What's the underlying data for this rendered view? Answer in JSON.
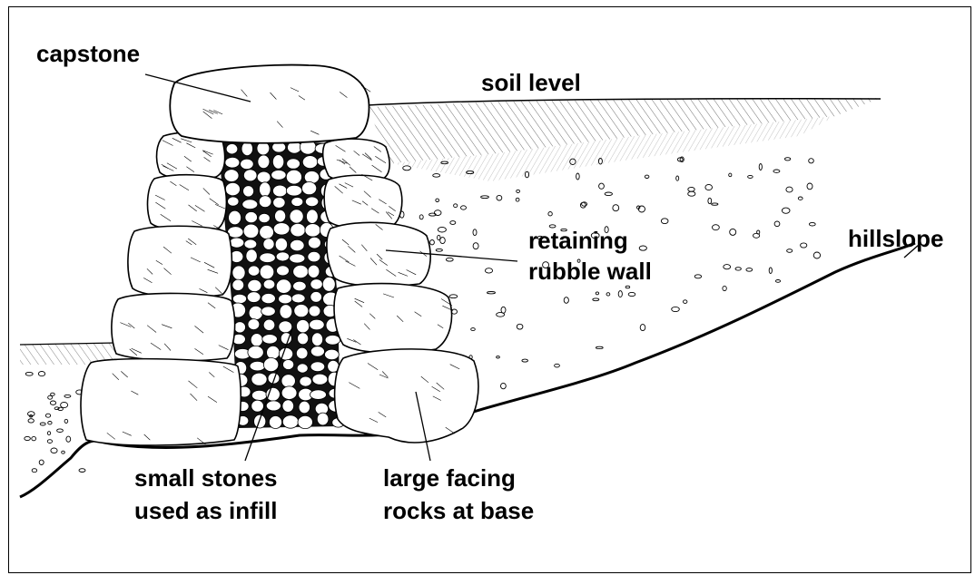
{
  "labels": {
    "capstone": "capstone",
    "soil_level": "soil level",
    "hillslope": "hillslope",
    "retaining_wall_line1": "retaining",
    "retaining_wall_line2": "rubble wall",
    "infill_line1": "small stones",
    "infill_line2": "used as infill",
    "base_line1": "large facing",
    "base_line2": "rocks at base"
  },
  "colors": {
    "ink": "#000000",
    "paper": "#ffffff",
    "mortar": "#111111"
  }
}
